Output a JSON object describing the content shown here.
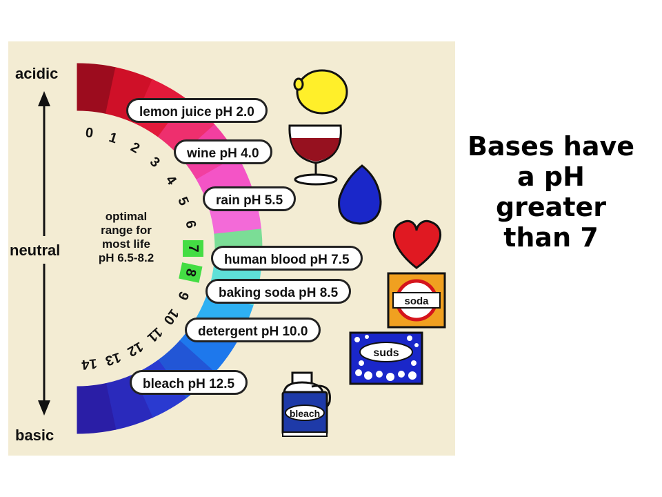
{
  "heading": {
    "lines": [
      "Bases have",
      "a pH",
      "greater",
      "than 7"
    ]
  },
  "scale": {
    "top_label": "acidic",
    "middle_label": "neutral",
    "bottom_label": "basic",
    "numbers": [
      "0",
      "1",
      "2",
      "3",
      "4",
      "5",
      "6",
      "7",
      "8",
      "9",
      "10",
      "11",
      "12",
      "13",
      "14"
    ],
    "colors": [
      "#9c0c1e",
      "#cf1028",
      "#e21a3a",
      "#ee2f6e",
      "#f23fa0",
      "#f454c6",
      "#f36ad8",
      "#7bdd96",
      "#5ee0d8",
      "#2eb0f2",
      "#1e78ec",
      "#2256d6",
      "#2a3ad0",
      "#2a2abc",
      "#2a1ea6"
    ],
    "optimal_color": "#44dd44",
    "optimal_lines": [
      "optimal",
      "range for",
      "most life",
      "pH 6.5-8.2"
    ]
  },
  "substances": [
    {
      "label": "lemon juice pH 2.0",
      "icon": "lemon-icon"
    },
    {
      "label": "wine pH 4.0",
      "icon": "wine-glass-icon"
    },
    {
      "label": "rain pH 5.5",
      "icon": "raindrop-icon"
    },
    {
      "label": "human blood pH 7.5",
      "icon": "heart-icon"
    },
    {
      "label": "baking soda pH 8.5",
      "icon": "soda-box-icon"
    },
    {
      "label": "detergent pH 10.0",
      "icon": "suds-box-icon"
    },
    {
      "label": "bleach pH 12.5",
      "icon": "bleach-jug-icon"
    }
  ],
  "icon_labels": {
    "soda": "soda",
    "suds": "suds",
    "bleach": "bleach"
  }
}
